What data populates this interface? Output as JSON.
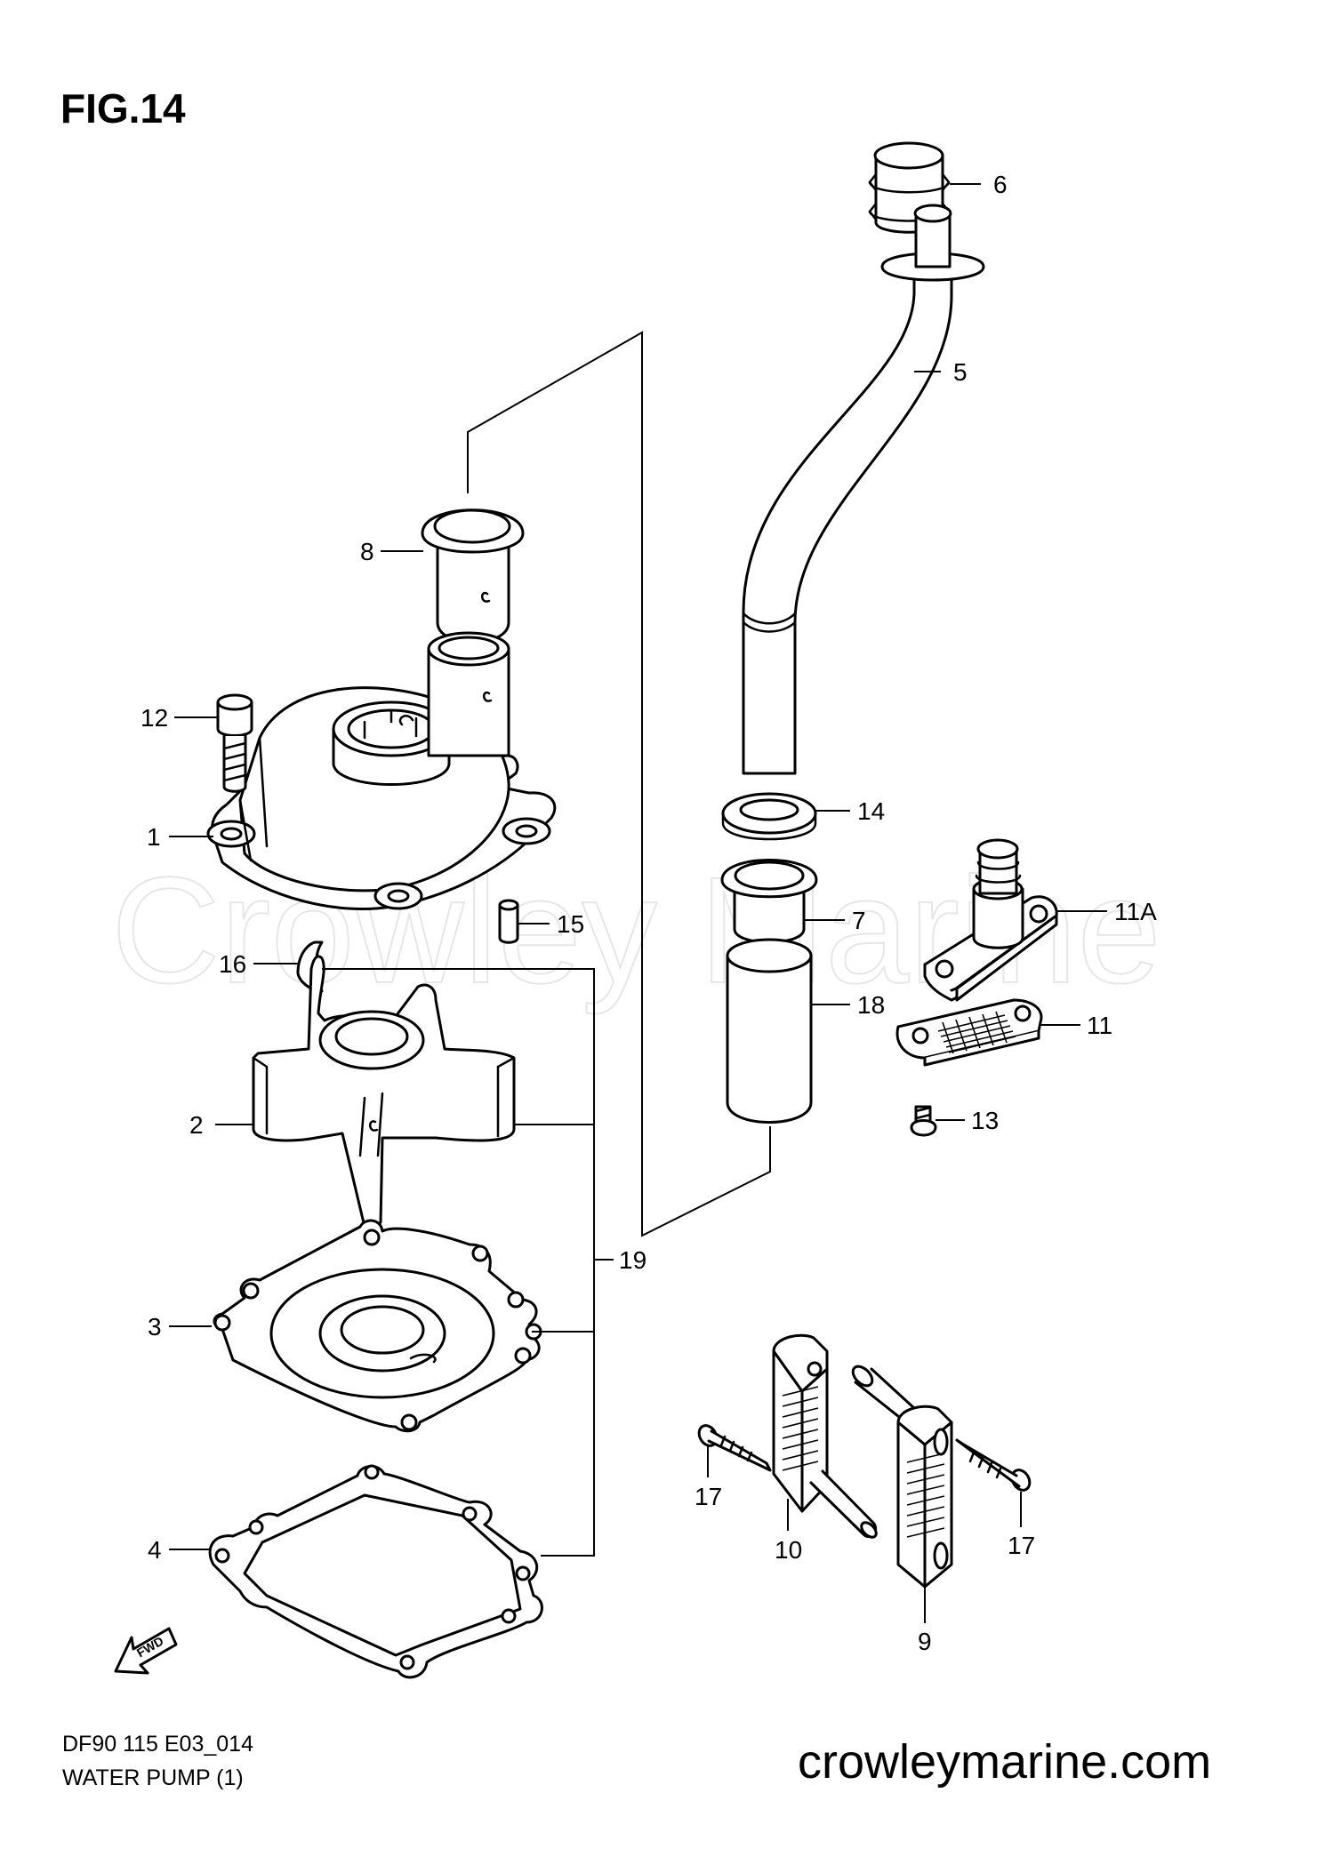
{
  "figure_label": "FIG.14",
  "watermark": "Crowley Marine",
  "footer": {
    "code": "DF90 115 E03_014",
    "subtitle": "WATER PUMP (1)"
  },
  "site": "crowleymarine.com",
  "fwd_label": "FWD",
  "callouts": {
    "c1": "1",
    "c2": "2",
    "c3": "3",
    "c4": "4",
    "c5": "5",
    "c6": "6",
    "c7": "7",
    "c8": "8",
    "c9": "9",
    "c10": "10",
    "c11": "11",
    "c11a": "11A",
    "c12": "12",
    "c13": "13",
    "c14": "14",
    "c15": "15",
    "c16": "16",
    "c17a": "17",
    "c17b": "17",
    "c18": "18",
    "c19": "19"
  }
}
